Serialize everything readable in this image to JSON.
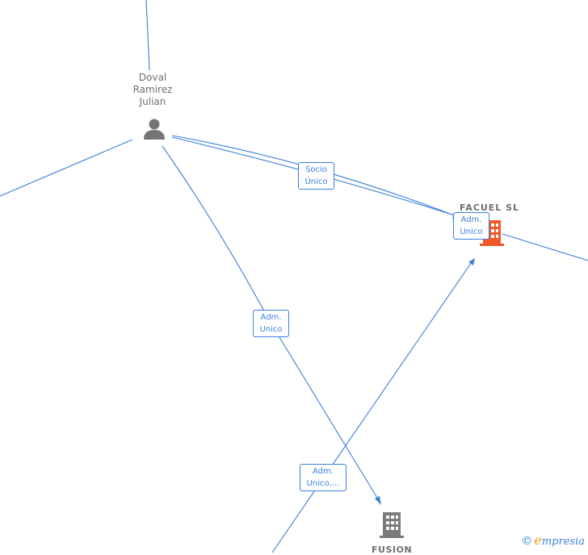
{
  "graph": {
    "person": {
      "name": "Doval\nRamirez\nJulian",
      "icon": "person-icon"
    },
    "companies": [
      {
        "name": "FACUEL  SL",
        "icon": "building-icon",
        "color": "#f05a28"
      },
      {
        "name": "FUSION",
        "icon": "building-icon",
        "color": "#7a7a7a"
      }
    ],
    "edge_labels": [
      {
        "text": "Socio\nÚnico"
      },
      {
        "text": "Adm.\nUnico"
      },
      {
        "text": "Adm.\nUnico"
      },
      {
        "text": "Adm.\nUnico,..."
      }
    ],
    "colors": {
      "edge": "#3a7fdc",
      "node_text": "#6e6e6e"
    }
  },
  "watermark": {
    "copyright_symbol": "©",
    "brand_initial": "e",
    "brand_rest": "mpresia"
  }
}
